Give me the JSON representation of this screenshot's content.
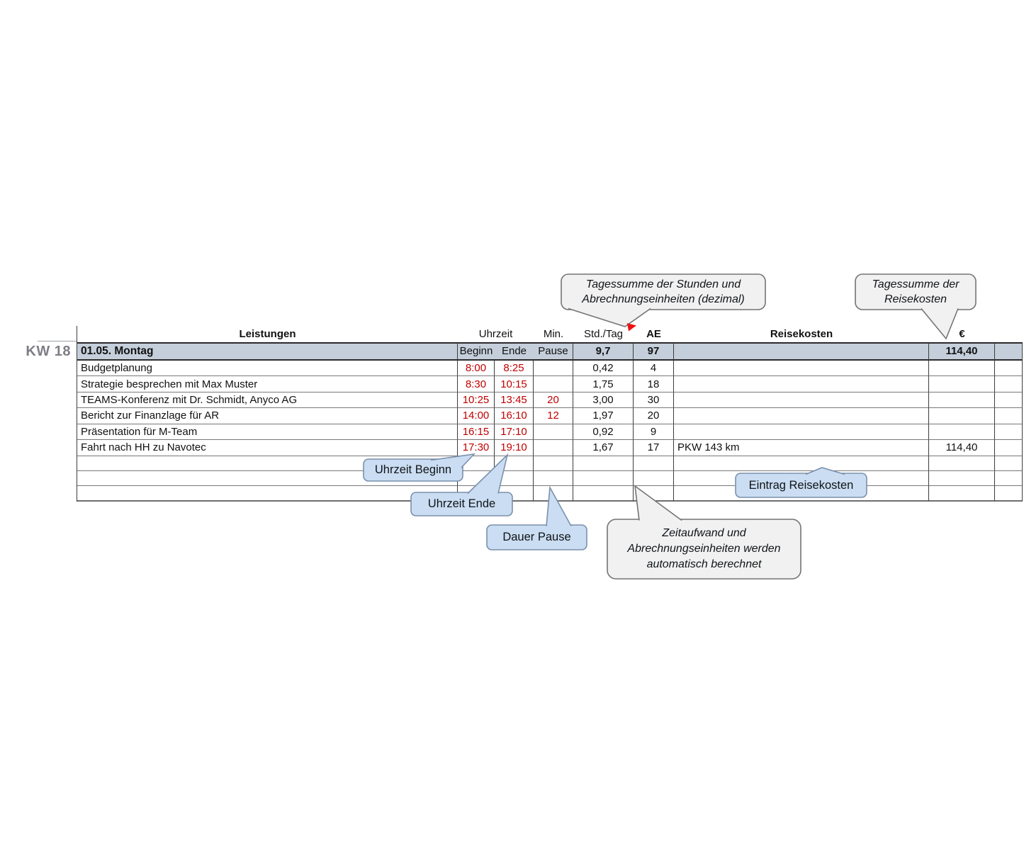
{
  "sheet": {
    "week_label": "KW 18",
    "columns": {
      "leistungen": "Leistungen",
      "uhrzeit": "Uhrzeit",
      "min": "Min.",
      "std_tag": "Std./Tag",
      "ae": "AE",
      "reisekosten": "Reisekosten",
      "euro": "€"
    },
    "day_row": {
      "date_label": "01.05. Montag",
      "beginn_label": "Beginn",
      "ende_label": "Ende",
      "pause_label": "Pause",
      "std_sum": "9,7",
      "ae_sum": "97",
      "euro_sum": "114,40"
    },
    "rows": [
      {
        "leistung": "Budgetplanung",
        "beginn": "8:00",
        "ende": "8:25",
        "pause": "",
        "std": "0,42",
        "ae": "4",
        "reisekosten": "",
        "euro": ""
      },
      {
        "leistung": "Strategie besprechen mit Max Muster",
        "beginn": "8:30",
        "ende": "10:15",
        "pause": "",
        "std": "1,75",
        "ae": "18",
        "reisekosten": "",
        "euro": ""
      },
      {
        "leistung": "TEAMS-Konferenz mit Dr. Schmidt, Anyco AG",
        "beginn": "10:25",
        "ende": "13:45",
        "pause": "20",
        "std": "3,00",
        "ae": "30",
        "reisekosten": "",
        "euro": ""
      },
      {
        "leistung": "Bericht zur Finanzlage für AR",
        "beginn": "14:00",
        "ende": "16:10",
        "pause": "12",
        "std": "1,97",
        "ae": "20",
        "reisekosten": "",
        "euro": ""
      },
      {
        "leistung": "Präsentation für M-Team",
        "beginn": "16:15",
        "ende": "17:10",
        "pause": "",
        "std": "0,92",
        "ae": "9",
        "reisekosten": "",
        "euro": ""
      },
      {
        "leistung": "Fahrt nach HH zu Navotec",
        "beginn": "17:30",
        "ende": "19:10",
        "pause": "",
        "std": "1,67",
        "ae": "17",
        "reisekosten": "PKW 143 km",
        "euro": "114,40"
      }
    ],
    "empty_row_count": 3
  },
  "callouts": {
    "tagessumme_stunden": {
      "line1": "Tagessumme der Stunden und",
      "line2": "Abrechnungseinheiten (dezimal)"
    },
    "tagessumme_reisekosten": {
      "line1": "Tagessumme der",
      "line2": "Reisekosten"
    },
    "uhrzeit_beginn": {
      "label": "Uhrzeit Beginn"
    },
    "uhrzeit_ende": {
      "label": "Uhrzeit Ende"
    },
    "dauer_pause": {
      "label": "Dauer Pause"
    },
    "eintrag_reisekosten": {
      "label": "Eintrag Reisekosten"
    },
    "auto_berechnung": {
      "line1": "Zeitaufwand und",
      "line2": "Abrechnungseinheiten werden",
      "line3": "automatisch berechnet"
    }
  },
  "colors": {
    "day_fill": "#C5CFDB",
    "time_red": "#C00000",
    "blue_fill": "#CADDF2",
    "blue_border": "#7B90AC",
    "gray_fill": "#F1F1F1",
    "gray_border": "#747474",
    "comment_marker_red": "#EE1111"
  }
}
